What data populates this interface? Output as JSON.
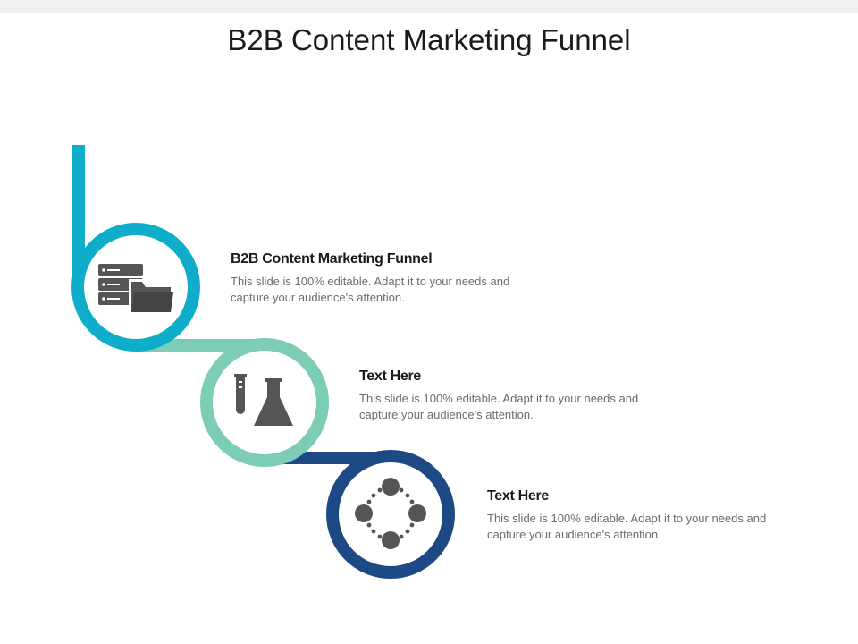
{
  "title": "B2B Content Marketing Funnel",
  "colors": {
    "step1": "#0eadc9",
    "step2": "#7dcdb6",
    "step3": "#1d4a84",
    "icon": "#555555"
  },
  "steps": [
    {
      "heading": "B2B Content Marketing Funnel",
      "description": "This slide is 100% editable. Adapt it to your needs and capture your audience's attention.",
      "icon": "server-folder-icon"
    },
    {
      "heading": "Text Here",
      "description": "This slide is 100% editable. Adapt it to your needs and capture your audience's attention.",
      "icon": "lab-flask-icon"
    },
    {
      "heading": "Text Here",
      "description": "This slide is 100% editable. Adapt it to your needs and capture your audience's attention.",
      "icon": "network-circle-icon"
    }
  ]
}
